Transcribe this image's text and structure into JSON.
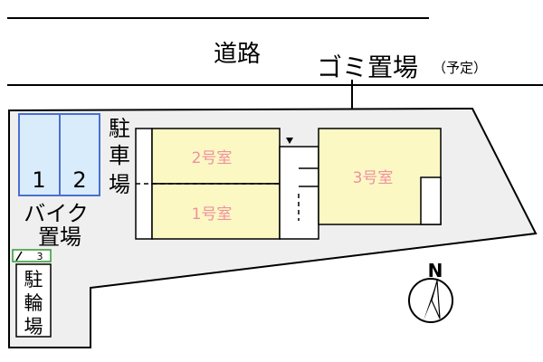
{
  "road_label": "道路",
  "garbage": {
    "label": "ゴミ置場",
    "note": "（予定）"
  },
  "parking": {
    "chars": [
      "駐",
      "車",
      "場"
    ]
  },
  "bike_parking": {
    "slots": [
      "1",
      "2"
    ],
    "label_line1": "バイク",
    "label_line2": "置場"
  },
  "bicycle_parking": {
    "chars": [
      "駐",
      "輪",
      "場"
    ],
    "badge": "3"
  },
  "rooms": {
    "room2": "2号室",
    "room1": "1号室",
    "room3": "3号室"
  },
  "compass": {
    "north_label": "N"
  },
  "colors": {
    "ground": "#efefef",
    "room_fill": "#fbf8c4",
    "room_text": "#f090a0",
    "bike_slot": "#d9ecfb",
    "bike_slot_stroke": "#4a6fd0",
    "badge_stroke": "#2e9a2e"
  }
}
